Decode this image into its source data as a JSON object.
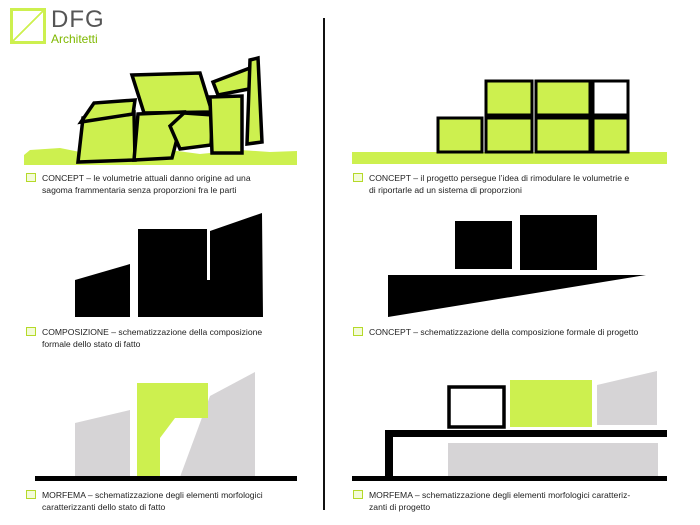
{
  "logo": {
    "name": "DFG",
    "subtitle": "Architetti"
  },
  "colors": {
    "accent": "#cdf04f",
    "accent_border": "#b5d929",
    "gray": "#d6d4d6",
    "black": "#000000"
  },
  "captions": {
    "c1": "CONCEPT – le volumetrie attuali danno origine ad una\nsagoma frammentaria senza proporzioni fra le parti",
    "c2": "CONCEPT – il progetto persegue l’idea di rimodulare le volumetrie e\ndi riportarle ad un sistema di proporzioni",
    "c3": "COMPOSIZIONE – schematizzazione della composizione\nformale dello stato di fatto",
    "c4": "CONCEPT – schematizzazione della composizione formale di progetto",
    "c5": "MORFEMA – schematizzazione degli elementi morfologici\ncaratterizzanti dello stato di fatto",
    "c6": "MORFEMA – schematizzazione degli elementi morfologici caratteriz-\nzanti di progetto"
  }
}
